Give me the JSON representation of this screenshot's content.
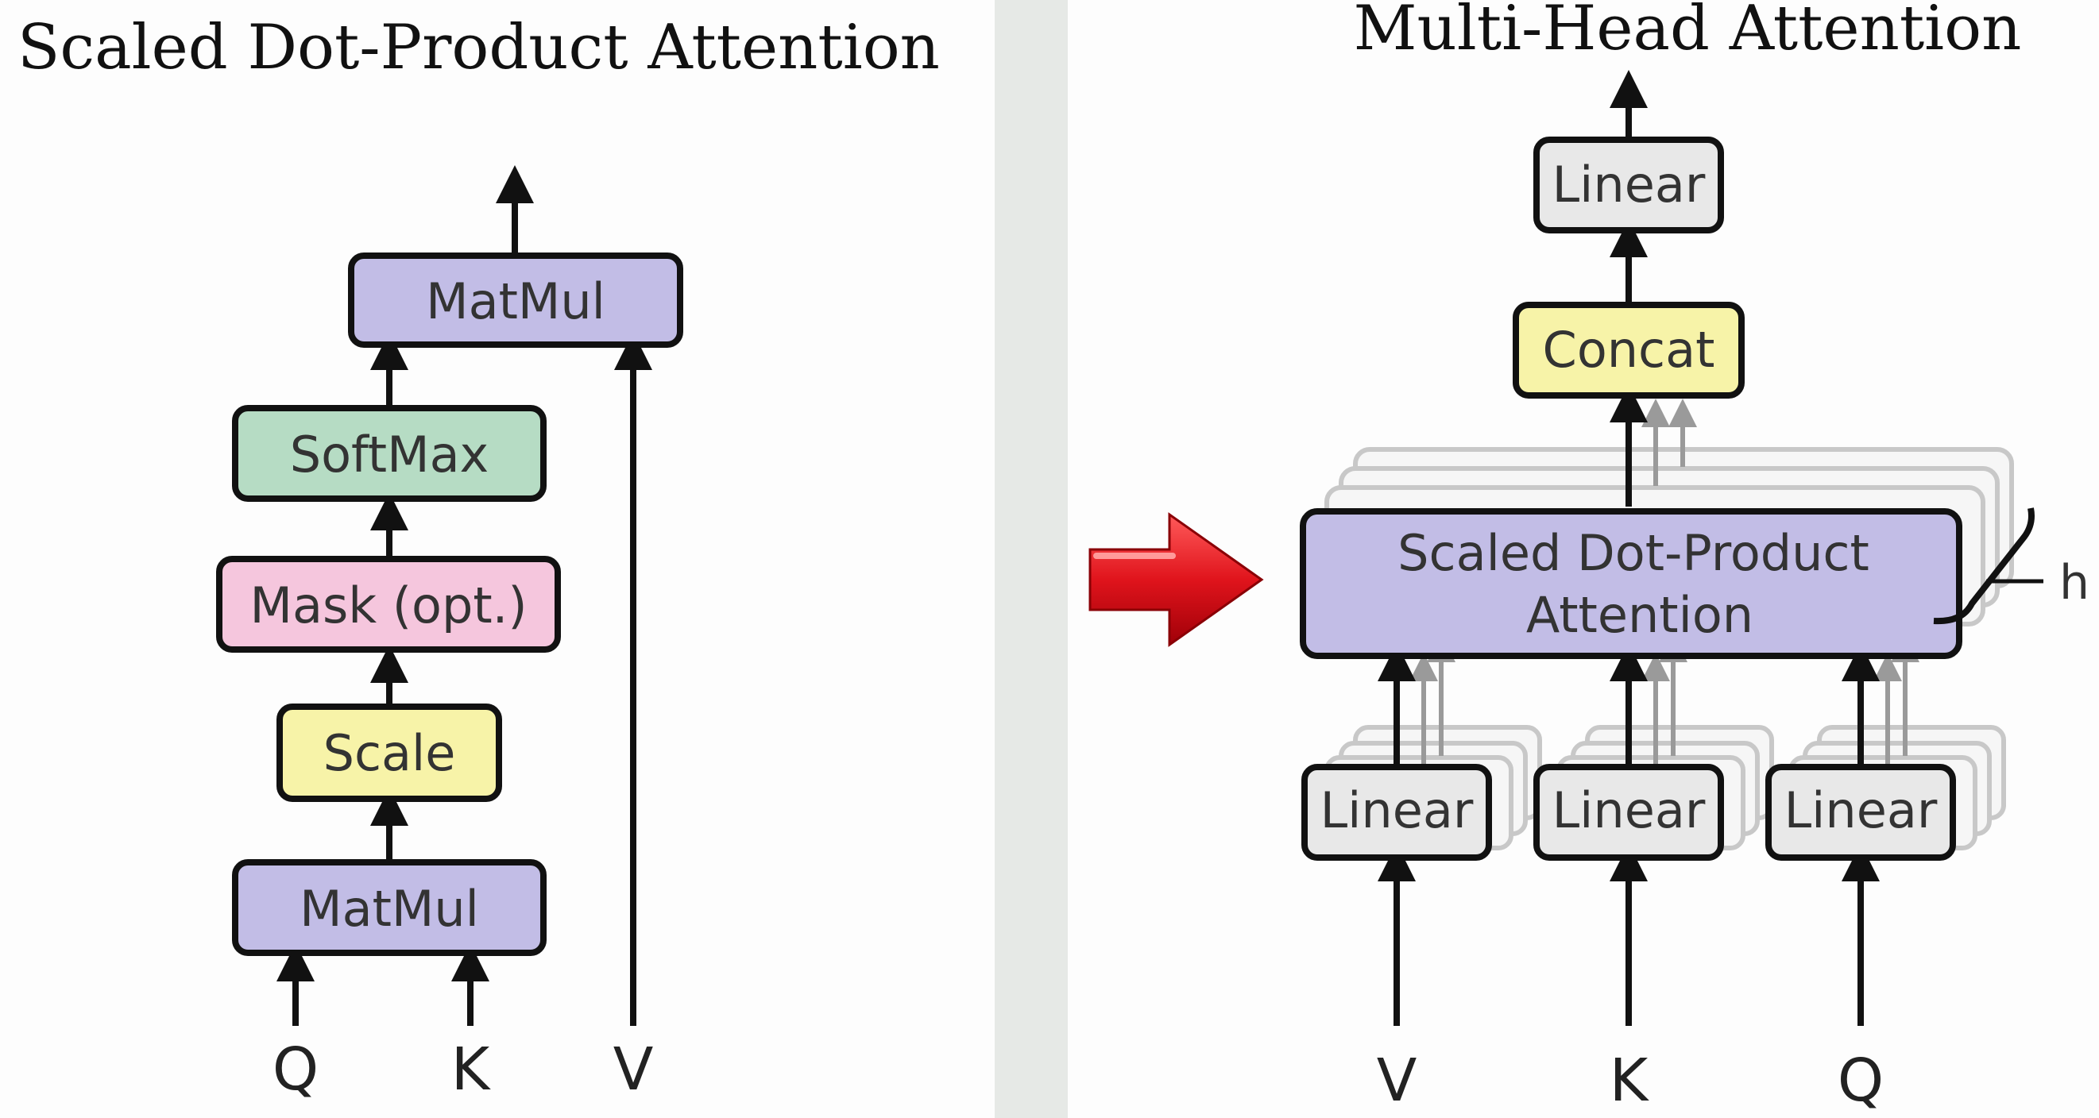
{
  "left_panel": {
    "title": "Scaled Dot-Product Attention",
    "blocks": {
      "matmul_top": "MatMul",
      "softmax": "SoftMax",
      "mask": "Mask (opt.)",
      "scale": "Scale",
      "matmul_bottom": "MatMul"
    },
    "inputs": {
      "q": "Q",
      "k": "K",
      "v": "V"
    }
  },
  "right_panel": {
    "title": "Multi-Head Attention",
    "blocks": {
      "linear_out": "Linear",
      "concat": "Concat",
      "attention_line1": "Scaled Dot-Product",
      "attention_line2": "Attention",
      "linear_v": "Linear",
      "linear_k": "Linear",
      "linear_q": "Linear"
    },
    "heads_label": "h",
    "inputs": {
      "v": "V",
      "k": "K",
      "q": "Q"
    }
  },
  "colors": {
    "matmul": "#c2bde6",
    "softmax": "#b6dcc4",
    "mask": "#f5c6dd",
    "scale": "#f7f3a8",
    "linear": "#e8e8e8",
    "concat": "#f7f3a8",
    "attention": "#c2bde6",
    "divider": "#e6e9e6",
    "pointer_arrow": "#e0141c"
  }
}
